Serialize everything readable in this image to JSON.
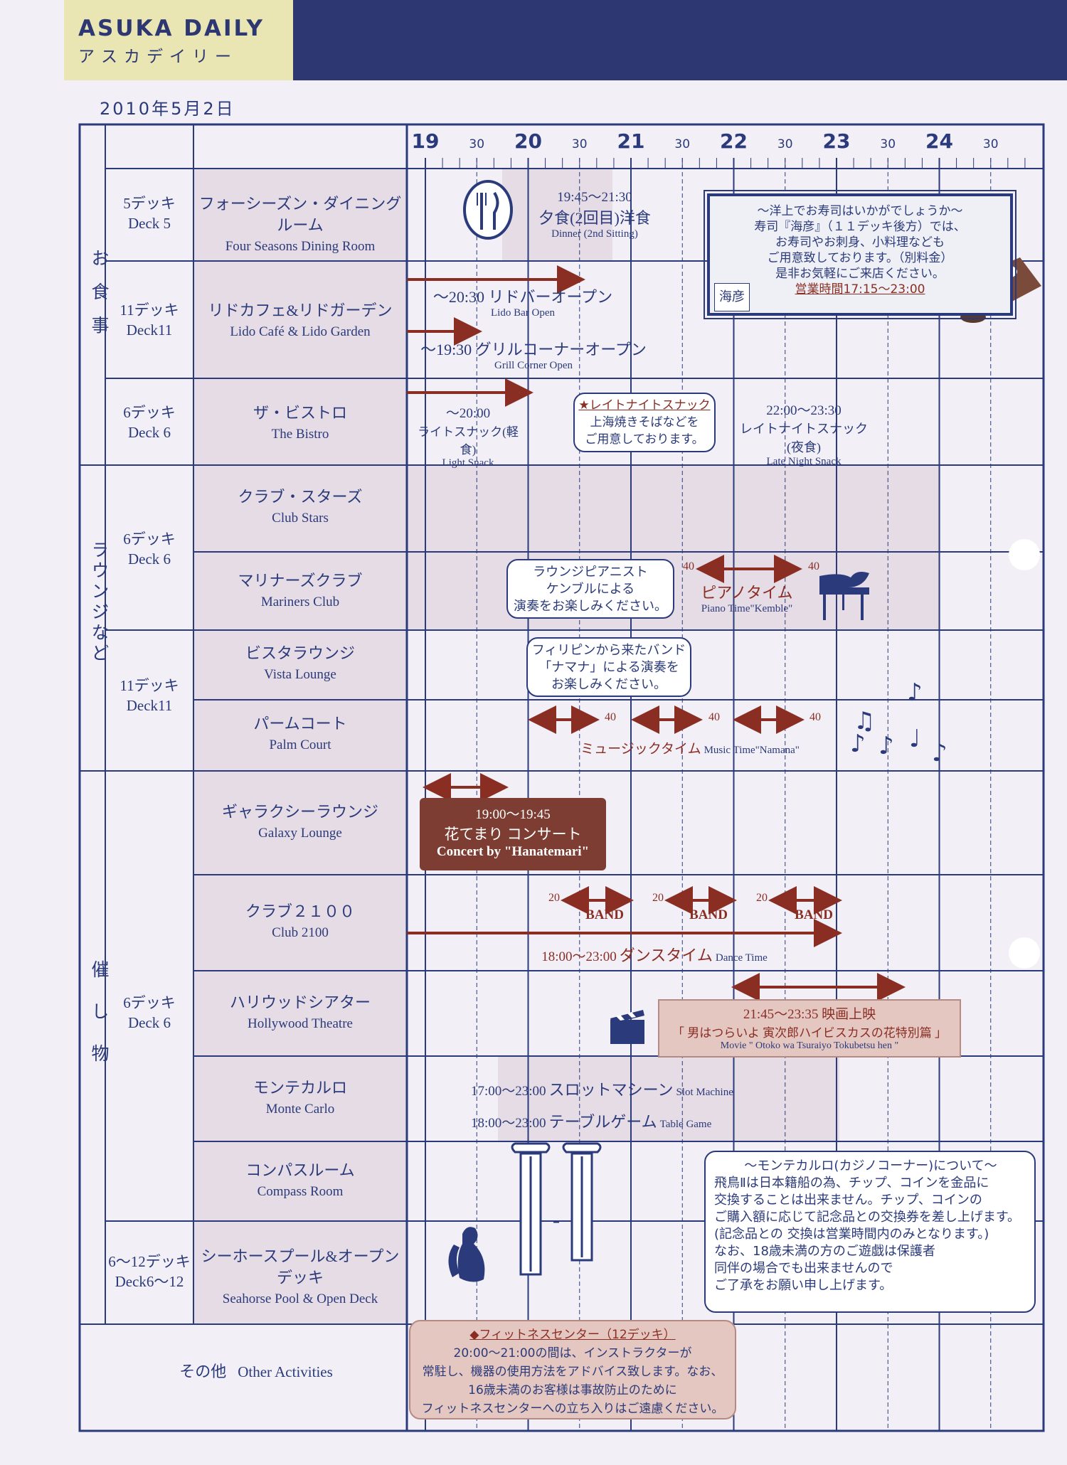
{
  "header": {
    "title": "ASUKA DAILY",
    "subtitle": "アスカデイリー"
  },
  "date": "2010年5月2日",
  "timeline": {
    "hours": [
      "19",
      "20",
      "21",
      "22",
      "23",
      "24"
    ],
    "half": "30"
  },
  "categories": {
    "dining": "お食事",
    "lounge": "ラウンジなど",
    "events": "催し物"
  },
  "decks": {
    "d5": [
      "5デッキ",
      "Deck 5"
    ],
    "d11a": [
      "11デッキ",
      "Deck11"
    ],
    "d6a": [
      "6デッキ",
      "Deck 6"
    ],
    "d6b": [
      "6デッキ",
      "Deck 6"
    ],
    "d11b": [
      "11デッキ",
      "Deck11"
    ],
    "d6c": [
      "6デッキ",
      "Deck 6"
    ],
    "d612": [
      "6～12デッキ",
      "Deck6～12"
    ]
  },
  "venues": {
    "fourseasons": [
      "フォーシーズン・ダイニングルーム",
      "Four Seasons Dining Room"
    ],
    "lido": [
      "リドカフェ&リドガーデン",
      "Lido Café & Lido Garden"
    ],
    "bistro": [
      "ザ・ビストロ",
      "The Bistro"
    ],
    "clubstars": [
      "クラブ・スターズ",
      "Club Stars"
    ],
    "mariners": [
      "マリナーズクラブ",
      "Mariners Club"
    ],
    "vista": [
      "ビスタラウンジ",
      "Vista Lounge"
    ],
    "palm": [
      "パームコート",
      "Palm Court"
    ],
    "galaxy": [
      "ギャラクシーラウンジ",
      "Galaxy Lounge"
    ],
    "club2100": [
      "クラブ２１００",
      "Club 2100"
    ],
    "hollywood": [
      "ハリウッドシアター",
      "Hollywood Theatre"
    ],
    "monte": [
      "モンテカルロ",
      "Monte Carlo"
    ],
    "compass": [
      "コンパスルーム",
      "Compass Room"
    ],
    "seahorse": [
      "シーホースプール&オープンデッキ",
      "Seahorse Pool & Open Deck"
    ],
    "other": [
      "その他",
      "Other Activities"
    ]
  },
  "events": {
    "dinner": {
      "time": "19:45～21:30",
      "title": "夕食(2回目)洋食",
      "en": "Dinner (2nd Sitting)"
    },
    "sushi": {
      "lines": [
        "～洋上でお寿司はいかがでしょうか～",
        "寿司『海彦』（１１デッキ後方）では、",
        "お寿司やお刺身、小料理なども",
        "ご用意致しております。（別料金）",
        "是非お気軽にご来店ください。"
      ],
      "hours": "営業時間17:15～23:00",
      "logo": "海彦"
    },
    "lidobar": {
      "title": "～20:30 リドバーオープン",
      "en": "Lido Bar Open"
    },
    "grill": {
      "title": "～19:30 グリルコーナーオープン",
      "en": "Grill Corner Open"
    },
    "lightsnack": {
      "time": "～20:00",
      "title": "ライトスナック(軽食)",
      "en": "Light Snack"
    },
    "latenight_bubble": [
      "★レイトナイトスナック",
      "上海焼きそばなどを",
      "ご用意しております。"
    ],
    "latenight": {
      "time": "22:00～23:30",
      "title": "レイトナイトスナック(夜食)",
      "en": "Late Night Snack"
    },
    "pianist_bubble": [
      "ラウンジピアニスト",
      "ケンブルによる",
      "演奏をお楽しみください。"
    ],
    "piano": {
      "title": "ピアノタイム",
      "en": "Piano Time\"Kemble\"",
      "dur_left": "40",
      "dur_right": "40"
    },
    "band_bubble": [
      "フィリピンから来たバンド",
      "「ナマナ」による演奏を",
      "お楽しみください。"
    ],
    "music": {
      "title": "ミュージックタイム",
      "en": "Music Time\"Namana\"",
      "durs": [
        "40",
        "40",
        "40"
      ]
    },
    "concert": {
      "time": "19:00～19:45",
      "title": "花てまり コンサート",
      "en": "Concert by \"Hanatemari\""
    },
    "band": {
      "label": "BAND",
      "durs": [
        "20",
        "20",
        "20"
      ]
    },
    "dance": {
      "time": "18:00～23:00",
      "title": "ダンスタイム",
      "en": "Dance Time"
    },
    "movie": {
      "time": "21:45～23:35 映画上映",
      "title": "「 男はつらいよ 寅次郎ハイビスカスの花特別篇 」",
      "en": "Movie \" Otoko wa Tsuraiyo Tokubetsu hen \""
    },
    "slot": {
      "time": "17:00～23:00",
      "title": "スロットマシーン",
      "en": "Slot Machine"
    },
    "table": {
      "time": "18:00～23:00",
      "title": "テーブルゲーム",
      "en": "Table Game"
    },
    "casino_note": {
      "title": "～モンテカルロ(カジノコーナー)について～",
      "lines": [
        "飛鳥Ⅱは日本籍船の為、チップ、コインを金品に",
        "交換することは出来ません。チップ、コインの",
        "ご購入額に応じて記念品との交換券を差し上げます。",
        "(記念品との 交換は営業時間内のみとなります。)",
        "なお、18歳未満の方のご遊戯は保護者",
        "同伴の場合でも出来ませんので",
        "ご了承をお願い申し上げます。"
      ]
    },
    "fitness": {
      "title": "◆フィットネスセンター（12デッキ）",
      "lines": [
        "20:00～21:00の間は、インストラクターが",
        "常駐し、機器の使用方法をアドバイス致します。なお、",
        "16歳未満のお客様は事故防止のために",
        "フィットネスセンターへの立ち入りはご遠慮ください。"
      ]
    }
  }
}
